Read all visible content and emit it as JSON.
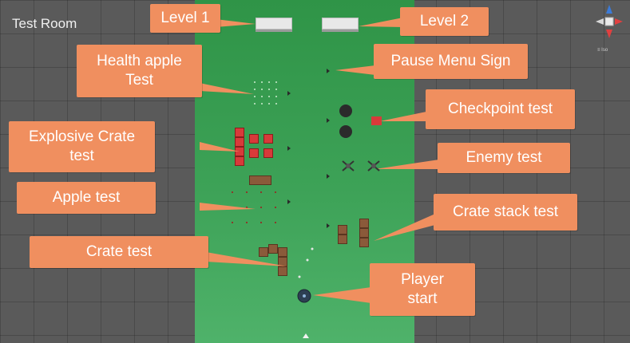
{
  "scene": {
    "title": "Test Room"
  },
  "gizmo": {
    "caption": "≡ Iso",
    "icon": "view-orientation-gizmo-icon"
  },
  "callouts": {
    "level1": "Level 1",
    "level2": "Level 2",
    "health_apple": "Health apple\nTest",
    "pause_menu": "Pause Menu Sign",
    "checkpoint": "Checkpoint test",
    "explosive_crate": "Explosive Crate\ntest",
    "enemy": "Enemy test",
    "apple": "Apple test",
    "crate_stack": "Crate stack test",
    "crate": "Crate test",
    "player_start": "Player\nstart"
  },
  "colors": {
    "callout": "#f08f5f",
    "field": "#3da257",
    "background": "#5a5a5a",
    "checkpoint": "#d83a3a"
  }
}
